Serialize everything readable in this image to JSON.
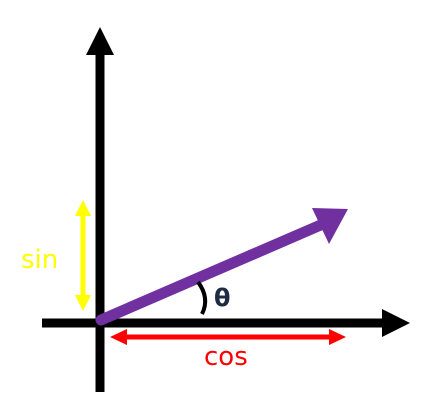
{
  "labels": {
    "sin": "sin",
    "cos": "cos",
    "theta": "θ"
  },
  "colors": {
    "axes": "#000000",
    "vector": "#7030a0",
    "sin": "#ffff00",
    "cos": "#ff0000",
    "angle_text": "#1f2a44",
    "background": "#ffffff"
  },
  "icons": {
    "x_axis_head": "arrow-right-icon",
    "y_axis_head": "arrow-up-icon",
    "vector_head": "arrow-up-right-icon",
    "sin_ends": "double-arrow-vertical-icon",
    "cos_ends": "double-arrow-horizontal-icon"
  }
}
